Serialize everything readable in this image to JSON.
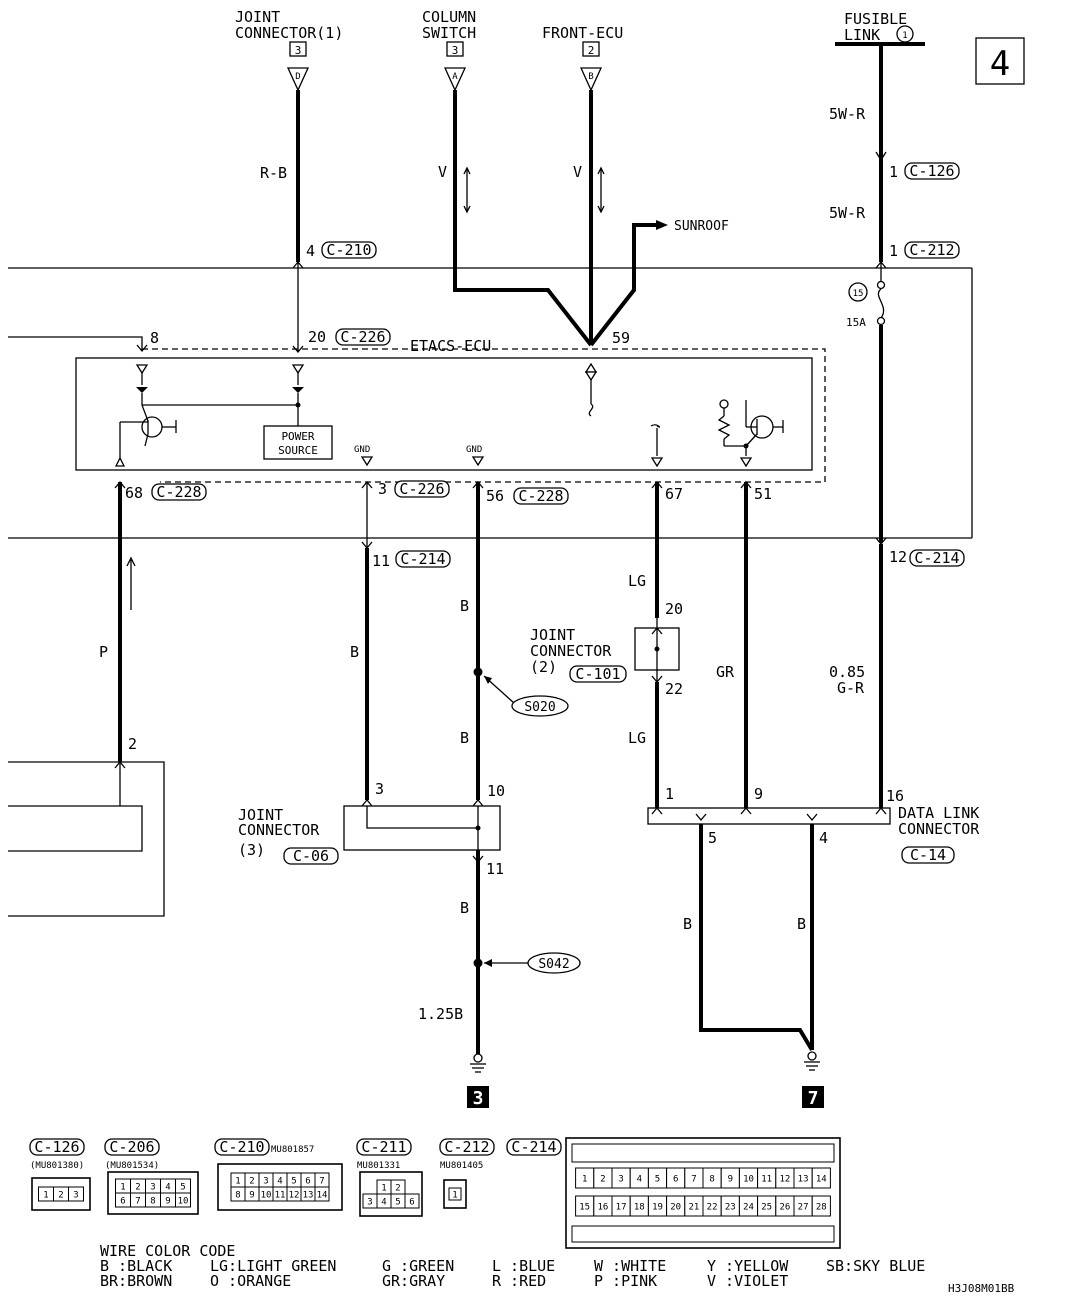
{
  "page_number": "4",
  "top_labels": {
    "joint_connector_1": [
      "JOINT",
      "CONNECTOR(1)"
    ],
    "joint_connector_1_pin": "3",
    "joint_connector_1_letter": "D",
    "column_switch": [
      "COLUMN",
      "SWITCH"
    ],
    "column_switch_pin": "3",
    "column_switch_letter": "A",
    "front_ecu": "FRONT-ECU",
    "front_ecu_pin": "2",
    "front_ecu_letter": "B",
    "fusible_link": [
      "FUSIBLE",
      "LINK"
    ],
    "fusible_link_num": "1"
  },
  "wires": {
    "rb": "R-B",
    "v1": "V",
    "v2": "V",
    "w5r_1": "5W-R",
    "w5r_2": "5W-R",
    "p": "P",
    "b_gnd": "B",
    "b_mid1": "B",
    "b_mid2": "B",
    "b_low": "B",
    "b_125": "1.25B",
    "lg1": "LG",
    "lg2": "LG",
    "gr": "GR",
    "gr085_a": "0.85",
    "gr085_b": "G-R",
    "b_dlc1": "B",
    "b_dlc2": "B"
  },
  "sunroof": "SUNROOF",
  "etacs": "ETACS-ECU",
  "power_source": [
    "POWER",
    "SOURCE"
  ],
  "gnd": "GND",
  "fuse_num": "15",
  "fuse_rating": "15A",
  "pins": {
    "p4": "4",
    "p20": "20",
    "p8": "8",
    "p59": "59",
    "p1a": "1",
    "p1b": "1",
    "p68": "68",
    "p3": "3",
    "p56": "56",
    "p67": "67",
    "p51": "51",
    "p11": "11",
    "p12": "12",
    "p2": "2",
    "p20b": "20",
    "p22": "22",
    "p3b": "3",
    "p10": "10",
    "p11b": "11",
    "p1c": "1",
    "p9": "9",
    "p16": "16",
    "p5": "5",
    "p4b": "4"
  },
  "connectors": {
    "c210": "C-210",
    "c226a": "C-226",
    "c126": "C-126",
    "c212": "C-212",
    "c228a": "C-228",
    "c226b": "C-226",
    "c228b": "C-228",
    "c214a": "C-214",
    "c214b": "C-214",
    "c101": "C-101",
    "c06": "C-06",
    "c14": "C-14"
  },
  "joint_connector_2": [
    "JOINT",
    "CONNECTOR",
    "(2)"
  ],
  "joint_connector_3": [
    "JOINT",
    "CONNECTOR",
    "(3)"
  ],
  "data_link": [
    "DATA LINK",
    "CONNECTOR"
  ],
  "splices": {
    "s020": "S020",
    "s042": "S042"
  },
  "grounds": {
    "g3": "3",
    "g7": "7"
  },
  "legend_connectors": [
    {
      "id": "C-126",
      "part": "(MU801380)",
      "pins": [
        "1",
        "2",
        "3"
      ]
    },
    {
      "id": "C-206",
      "part": "(MU801534)",
      "pins": [
        "1",
        "2",
        "3",
        "4",
        "5",
        "6",
        "7",
        "8",
        "9",
        "10"
      ]
    },
    {
      "id": "C-210",
      "part": "MU801857",
      "pins": [
        "1",
        "2",
        "3",
        "4",
        "5",
        "6",
        "7",
        "8",
        "9",
        "10",
        "11",
        "12",
        "13",
        "14"
      ]
    },
    {
      "id": "C-211",
      "part": "MU801331",
      "pins": [
        "1",
        "2",
        "3",
        "4",
        "5",
        "6"
      ]
    },
    {
      "id": "C-212",
      "part": "MU801405",
      "pins": [
        "1"
      ]
    },
    {
      "id": "C-214",
      "part": "",
      "pins": [
        "1",
        "2",
        "3",
        "4",
        "5",
        "6",
        "7",
        "8",
        "9",
        "10",
        "11",
        "12",
        "13",
        "14",
        "15",
        "16",
        "17",
        "18",
        "19",
        "20",
        "21",
        "22",
        "23",
        "24",
        "25",
        "26",
        "27",
        "28"
      ]
    }
  ],
  "color_code_title": "WIRE COLOR CODE",
  "color_code": [
    [
      "B :BLACK",
      "LG:LIGHT GREEN",
      "G :GREEN",
      "L :BLUE",
      "W :WHITE",
      "Y :YELLOW",
      "SB:SKY BLUE"
    ],
    [
      "BR:BROWN",
      "O :ORANGE",
      "GR:GRAY",
      "R :RED",
      "P :PINK",
      "V :VIOLET",
      ""
    ]
  ],
  "figure_code": "H3J08M01BB"
}
